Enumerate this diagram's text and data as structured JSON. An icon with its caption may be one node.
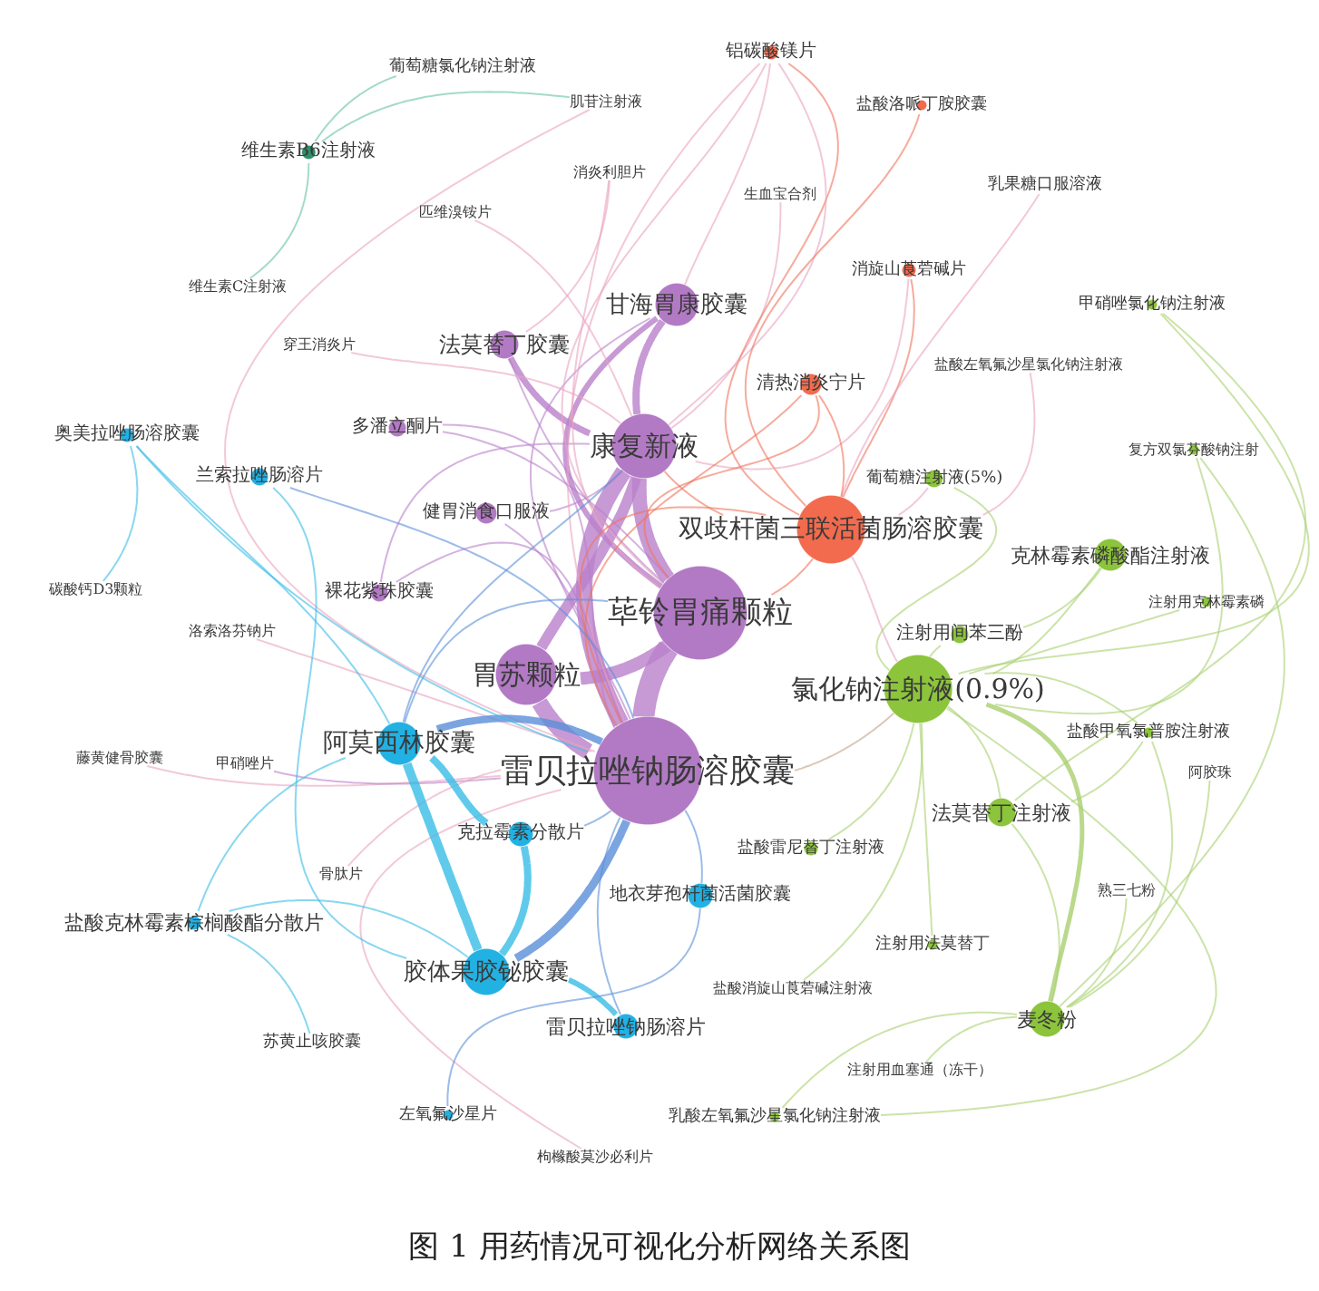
{
  "diagram": {
    "caption": "图 1 用药情况可视化分析网络关系图",
    "nodes": [
      {
        "text": [
          "铝碳酸镁片"
        ]
      },
      {
        "text": [
          "葡萄糖氯化钠注射液"
        ]
      },
      {
        "text": [
          "肌苷注射液"
        ]
      },
      {
        "text": [
          "盐酸洛哌丁胺胶囊"
        ]
      },
      {
        "text": [
          "维生素B6注射液"
        ]
      },
      {
        "text": [
          "消炎利胆片"
        ]
      },
      {
        "text": [
          "乳果糖口服溶液"
        ]
      },
      {
        "text": [
          "生血宝合剂"
        ]
      },
      {
        "text": [
          "匹维溴铵片"
        ]
      },
      {
        "text": [
          "消旋山莨菪碱片"
        ]
      },
      {
        "text": [
          "维生素C注射液"
        ]
      },
      {
        "text": [
          "甘海胃康胶囊"
        ]
      },
      {
        "text": [
          "甲硝唑氯化钠注射液"
        ]
      },
      {
        "text": [
          "法莫替丁胶囊"
        ]
      },
      {
        "text": [
          "穿王消炎片"
        ]
      },
      {
        "text": [
          "盐酸左氧氟沙星氯化钠注射液"
        ]
      },
      {
        "text": [
          "清热消炎宁片"
        ]
      },
      {
        "text": [
          "多潘立酮片"
        ]
      },
      {
        "text": [
          "奥美拉唑肠溶胶囊"
        ]
      },
      {
        "text": [
          "康复新液"
        ]
      },
      {
        "text": [
          "复方双氯芬酸钠注射"
        ]
      },
      {
        "text": [
          "兰索拉唑肠溶片"
        ]
      },
      {
        "text": [
          "葡萄糖注射液(5%)"
        ]
      },
      {
        "text": [
          "健胃消食口服液"
        ]
      },
      {
        "text": [
          "双歧杆菌三联活菌肠溶胶囊"
        ]
      },
      {
        "text": [
          "克林霉素磷酸酯注射液"
        ]
      },
      {
        "text": [
          "荜铃胃痛颗粒"
        ]
      },
      {
        "text": [
          "碳酸钙D3颗粒"
        ]
      },
      {
        "text": [
          "裸花紫珠胶囊"
        ]
      },
      {
        "text": [
          "注射用克林霉素磷"
        ]
      },
      {
        "text": [
          "洛索洛芬钠片"
        ]
      },
      {
        "text": [
          "注射用间苯三酚"
        ]
      },
      {
        "text": [
          "胃苏颗粒"
        ]
      },
      {
        "text": [
          "氯化钠注射液(0.9%)"
        ]
      },
      {
        "text": [
          "盐酸甲氧氯普胺注射液"
        ]
      },
      {
        "text": [
          "阿莫西林胶囊"
        ]
      },
      {
        "text": [
          "雷贝拉唑钠肠溶胶囊"
        ]
      },
      {
        "text": [
          "藤黄健骨胶囊"
        ]
      },
      {
        "text": [
          "甲硝唑片"
        ]
      },
      {
        "text": [
          "阿胶珠"
        ]
      },
      {
        "text": [
          "法莫替丁注射液"
        ]
      },
      {
        "text": [
          "克拉霉素分散片"
        ]
      },
      {
        "text": [
          "盐酸雷尼替丁注射液"
        ]
      },
      {
        "text": [
          "骨肽片"
        ]
      },
      {
        "text": [
          "地衣芽孢杆菌活菌胶囊"
        ]
      },
      {
        "text": [
          "熟三七粉"
        ]
      },
      {
        "text": [
          "盐酸克林霉素棕榈酸酯分散片"
        ]
      },
      {
        "text": [
          "注射用法莫替丁"
        ]
      },
      {
        "text": [
          "胶体果胶铋胶囊"
        ]
      },
      {
        "text": [
          "盐酸消旋山莨菪碱注射液"
        ]
      },
      {
        "text": [
          "雷贝拉唑钠肠溶片"
        ]
      },
      {
        "text": [
          "麦冬粉"
        ]
      },
      {
        "text": [
          "苏黄止咳胶囊"
        ]
      },
      {
        "text": [
          "注射用血塞通（冻干）"
        ]
      },
      {
        "text": [
          "左氧氟沙星片"
        ]
      },
      {
        "text": [
          "乳酸左氧氟沙星氯化钠注射液"
        ]
      },
      {
        "text": [
          "枸橼酸莫沙必利片"
        ]
      }
    ],
    "edges": [
      {
        "from": 36,
        "to": 26,
        "arrow": "none",
        "style": "thick",
        "color": "#b97fca"
      },
      {
        "from": 36,
        "to": 19,
        "arrow": "none",
        "style": "thick",
        "color": "#b97fca"
      },
      {
        "from": 36,
        "to": 32,
        "arrow": "none",
        "style": "thick",
        "color": "#b97fca"
      },
      {
        "from": 26,
        "to": 19,
        "arrow": "none",
        "style": "thick",
        "color": "#b97fca"
      },
      {
        "from": 26,
        "to": 32,
        "arrow": "none",
        "style": "thick",
        "color": "#b97fca"
      },
      {
        "from": 19,
        "to": 32,
        "arrow": "none",
        "style": "thick",
        "color": "#b97fca"
      },
      {
        "from": 19,
        "to": 11,
        "arrow": "none",
        "style": "thick",
        "color": "#b97fca"
      },
      {
        "from": 26,
        "to": 11,
        "arrow": "none",
        "style": "thick",
        "color": "#b97fca"
      },
      {
        "from": 19,
        "to": 13,
        "arrow": "none",
        "style": "thick",
        "color": "#b97fca"
      },
      {
        "from": 13,
        "to": 26,
        "arrow": "none",
        "color": "#b97fca"
      },
      {
        "from": 11,
        "to": 36,
        "arrow": "none",
        "color": "#b97fca"
      },
      {
        "from": 19,
        "to": 23,
        "arrow": "none",
        "color": "#b97fca"
      },
      {
        "from": 23,
        "to": 36,
        "arrow": "none",
        "color": "#b97fca"
      },
      {
        "from": 17,
        "to": 26,
        "arrow": "none",
        "color": "#b97fca"
      },
      {
        "from": 17,
        "to": 36,
        "arrow": "none",
        "color": "#b97fca"
      },
      {
        "from": 28,
        "to": 36,
        "arrow": "none",
        "color": "#b97fca"
      },
      {
        "from": 28,
        "to": 19,
        "arrow": "none",
        "color": "#b97fca"
      },
      {
        "from": 14,
        "to": 19,
        "arrow": "none",
        "color": "#eaa4c0"
      },
      {
        "from": 8,
        "to": 19,
        "arrow": "none",
        "color": "#eaa4c0"
      },
      {
        "from": 5,
        "to": 13,
        "arrow": "none",
        "color": "#eaa4c0"
      },
      {
        "from": 5,
        "to": 26,
        "arrow": "none",
        "color": "#eaa4c0"
      },
      {
        "from": 2,
        "to": 36,
        "arrow": "none",
        "color": "#eaa4c0"
      },
      {
        "from": 7,
        "to": 19,
        "arrow": "none",
        "color": "#eaa4c0"
      },
      {
        "from": 30,
        "to": 36,
        "arrow": "none",
        "color": "#eaa4c0"
      },
      {
        "from": 37,
        "to": 36,
        "arrow": "none",
        "color": "#eaa4c0"
      },
      {
        "from": 38,
        "to": 36,
        "arrow": "none",
        "color": "#b97fca"
      },
      {
        "from": 43,
        "to": 36,
        "arrow": "none",
        "color": "#eaa4c0"
      },
      {
        "from": 56,
        "to": 36,
        "arrow": "none",
        "color": "#eaa4c0"
      },
      {
        "from": 0,
        "to": 24,
        "arrow": "none",
        "color": "#f0735a"
      },
      {
        "from": 0,
        "to": 19,
        "arrow": "none",
        "color": "#eaa4c0"
      },
      {
        "from": 0,
        "to": 11,
        "arrow": "none",
        "color": "#eaa4c0"
      },
      {
        "from": 0,
        "to": 26,
        "arrow": "none",
        "color": "#eaa4c0"
      },
      {
        "from": 0,
        "to": 36,
        "arrow": "none",
        "color": "#eaa4c0"
      },
      {
        "from": 3,
        "to": 24,
        "arrow": "none",
        "color": "#f0735a"
      },
      {
        "from": 9,
        "to": 24,
        "arrow": "none",
        "color": "#f0735a"
      },
      {
        "from": 9,
        "to": 19,
        "arrow": "none",
        "color": "#eaa4c0"
      },
      {
        "from": 6,
        "to": 24,
        "arrow": "none",
        "color": "#eaa4c0"
      },
      {
        "from": 16,
        "to": 24,
        "arrow": "none",
        "color": "#f0735a"
      },
      {
        "from": 16,
        "to": 36,
        "arrow": "none",
        "color": "#f0735a"
      },
      {
        "from": 16,
        "to": 26,
        "arrow": "none",
        "color": "#f0735a"
      },
      {
        "from": 15,
        "to": 24,
        "arrow": "none",
        "color": "#eaa4c0"
      },
      {
        "from": 24,
        "to": 36,
        "arrow": "none",
        "color": "#f0735a"
      },
      {
        "from": 24,
        "to": 26,
        "arrow": "none",
        "color": "#f0735a"
      },
      {
        "from": 24,
        "to": 19,
        "arrow": "none",
        "color": "#f0735a"
      },
      {
        "from": 24,
        "to": 33,
        "arrow": "none",
        "color": "#eaa4c0"
      },
      {
        "from": 22,
        "to": 24,
        "arrow": "none",
        "color": "#eaa4c0"
      },
      {
        "from": 35,
        "to": 36,
        "arrow": "none",
        "style": "thick",
        "color": "#5a8fd8"
      },
      {
        "from": 35,
        "to": 41,
        "arrow": "none",
        "style": "thick",
        "color": "#38bde6"
      },
      {
        "from": 35,
        "to": 48,
        "arrow": "none",
        "style": "thick",
        "color": "#38bde6"
      },
      {
        "from": 41,
        "to": 48,
        "arrow": "none",
        "style": "thick",
        "color": "#38bde6"
      },
      {
        "from": 36,
        "to": 48,
        "arrow": "none",
        "style": "thick",
        "color": "#5a8fd8"
      },
      {
        "from": 36,
        "to": 41,
        "arrow": "none",
        "color": "#5a8fd8"
      },
      {
        "from": 36,
        "to": 44,
        "arrow": "none",
        "color": "#5a8fd8"
      },
      {
        "from": 48,
        "to": 50,
        "arrow": "none",
        "style": "thick",
        "color": "#38bde6"
      },
      {
        "from": 35,
        "to": 19,
        "arrow": "none",
        "color": "#5a8fd8"
      },
      {
        "from": 35,
        "to": 26,
        "arrow": "none",
        "color": "#5a8fd8"
      },
      {
        "from": 18,
        "to": 35,
        "arrow": "none",
        "color": "#38bde6"
      },
      {
        "from": 18,
        "to": 27,
        "arrow": "none",
        "color": "#38bde6"
      },
      {
        "from": 18,
        "to": 36,
        "arrow": "none",
        "color": "#38bde6"
      },
      {
        "from": 21,
        "to": 48,
        "arrow": "none",
        "color": "#38bde6"
      },
      {
        "from": 21,
        "to": 36,
        "arrow": "none",
        "color": "#5a8fd8"
      },
      {
        "from": 46,
        "to": 35,
        "arrow": "none",
        "color": "#38bde6"
      },
      {
        "from": 46,
        "to": 52,
        "arrow": "none",
        "color": "#38bde6"
      },
      {
        "from": 46,
        "to": 48,
        "arrow": "none",
        "color": "#38bde6"
      },
      {
        "from": 54,
        "to": 44,
        "arrow": "none",
        "color": "#5a8fd8"
      },
      {
        "from": 50,
        "to": 36,
        "arrow": "none",
        "color": "#5a8fd8"
      },
      {
        "from": 4,
        "to": 1,
        "arrow": "none",
        "color": "#66c2a5"
      },
      {
        "from": 4,
        "to": 10,
        "arrow": "none",
        "color": "#66c2a5"
      },
      {
        "from": 4,
        "to": 2,
        "arrow": "none",
        "color": "#66c2a5"
      },
      {
        "from": 33,
        "to": 51,
        "arrow": "none",
        "style": "thick"
      },
      {
        "from": 33,
        "to": 22,
        "arrow": "none"
      },
      {
        "from": 33,
        "to": 31,
        "arrow": "none"
      },
      {
        "from": 33,
        "to": 25,
        "arrow": "none"
      },
      {
        "from": 33,
        "to": 29,
        "arrow": "none"
      },
      {
        "from": 25,
        "to": 31,
        "arrow": "none"
      },
      {
        "from": 33,
        "to": 40,
        "arrow": "none"
      },
      {
        "from": 33,
        "to": 47,
        "arrow": "none"
      },
      {
        "from": 33,
        "to": 42,
        "arrow": "none"
      },
      {
        "from": 33,
        "to": 49,
        "arrow": "none"
      },
      {
        "from": 33,
        "to": 55,
        "arrow": "none"
      },
      {
        "from": 33,
        "to": 34,
        "arrow": "none"
      },
      {
        "from": 40,
        "to": 51,
        "arrow": "none"
      },
      {
        "from": 34,
        "to": 51,
        "arrow": "none"
      },
      {
        "from": 34,
        "to": 40,
        "arrow": "none"
      },
      {
        "from": 39,
        "to": 51,
        "arrow": "none"
      },
      {
        "from": 45,
        "to": 51,
        "arrow": "none"
      },
      {
        "from": 53,
        "to": 51,
        "arrow": "none"
      },
      {
        "from": 55,
        "to": 51,
        "arrow": "none"
      },
      {
        "from": 12,
        "to": 33,
        "arrow": "none"
      },
      {
        "from": 12,
        "to": 40,
        "arrow": "none"
      },
      {
        "from": 20,
        "to": 51,
        "arrow": "none"
      },
      {
        "from": 20,
        "to": 33,
        "arrow": "none"
      },
      {
        "from": 33,
        "to": 36,
        "arrow": "none",
        "color": "#bfa48a"
      }
    ]
  }
}
